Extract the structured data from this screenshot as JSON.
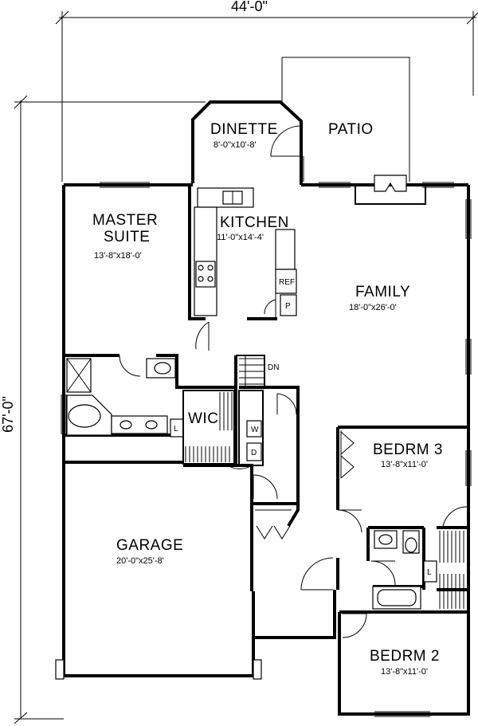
{
  "dimensions": {
    "width": "44'-0\"",
    "depth": "67'-0\""
  },
  "rooms": {
    "dinette": {
      "name": "DINETTE",
      "size": "8'-0\"x10'-8'"
    },
    "patio": {
      "name": "PATIO"
    },
    "kitchen": {
      "name": "KITCHEN",
      "size": "11'-0\"x14'-4'"
    },
    "master": {
      "name_line1": "MASTER",
      "name_line2": "SUITE",
      "size": "13'-8\"x18'-0'"
    },
    "family": {
      "name": "FAMILY",
      "size": "18'-0\"x26'-0'"
    },
    "wic": {
      "name": "WIC"
    },
    "bedrm3": {
      "name": "BEDRM 3",
      "size": "13'-8\"x11'-0'"
    },
    "garage": {
      "name": "GARAGE",
      "size": "20'-0\"x25'-8'"
    },
    "bedrm2": {
      "name": "BEDRM 2",
      "size": "13'-8\"x11'-0'"
    }
  },
  "labels": {
    "ref": "REF",
    "pantry": "P",
    "dn": "DN",
    "washer": "W",
    "dryer": "D",
    "linen1": "L",
    "linen2": "L"
  }
}
